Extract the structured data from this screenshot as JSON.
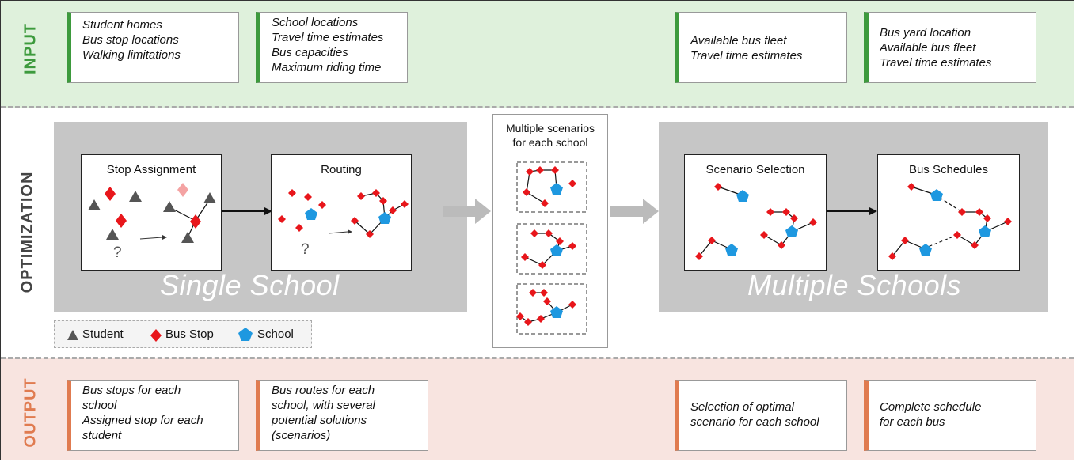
{
  "bands": {
    "input_label": "INPUT",
    "optimization_label": "OPTIMIZATION",
    "output_label": "OUTPUT"
  },
  "inputs": [
    [
      "Student homes",
      "Bus stop locations",
      "Walking limitations"
    ],
    [
      "School locations",
      "Travel time estimates",
      "Bus capacities",
      "Maximum riding time"
    ],
    [
      "Available bus fleet",
      "Travel time estimates"
    ],
    [
      "Bus yard location",
      "Available bus fleet",
      "Travel time estimates"
    ]
  ],
  "outputs": [
    [
      "Bus stops for each",
      "school",
      "Assigned stop for each",
      "student"
    ],
    [
      "Bus routes for each",
      "school, with several",
      "potential solutions",
      "(scenarios)"
    ],
    [
      "Selection of optimal",
      "scenario for each school"
    ],
    [
      "Complete schedule",
      "for each bus"
    ]
  ],
  "single_school": {
    "caption": "Single School",
    "panels": [
      "Stop Assignment",
      "Routing"
    ],
    "question_mark": "?"
  },
  "scenarios": {
    "title_line1": "Multiple scenarios",
    "title_line2": "for each school"
  },
  "multiple_schools": {
    "caption": "Multiple Schools",
    "panels": [
      "Scenario Selection",
      "Bus Schedules"
    ]
  },
  "legend": {
    "student": "Student",
    "bus_stop": "Bus Stop",
    "school": "School"
  },
  "colors": {
    "stop_red": "#e8161b",
    "stop_faded": "#f4a3a3",
    "school_blue": "#1e98e0",
    "student_grey": "#555555",
    "input_green": "#3d9a3d",
    "output_orange": "#e07b50"
  }
}
